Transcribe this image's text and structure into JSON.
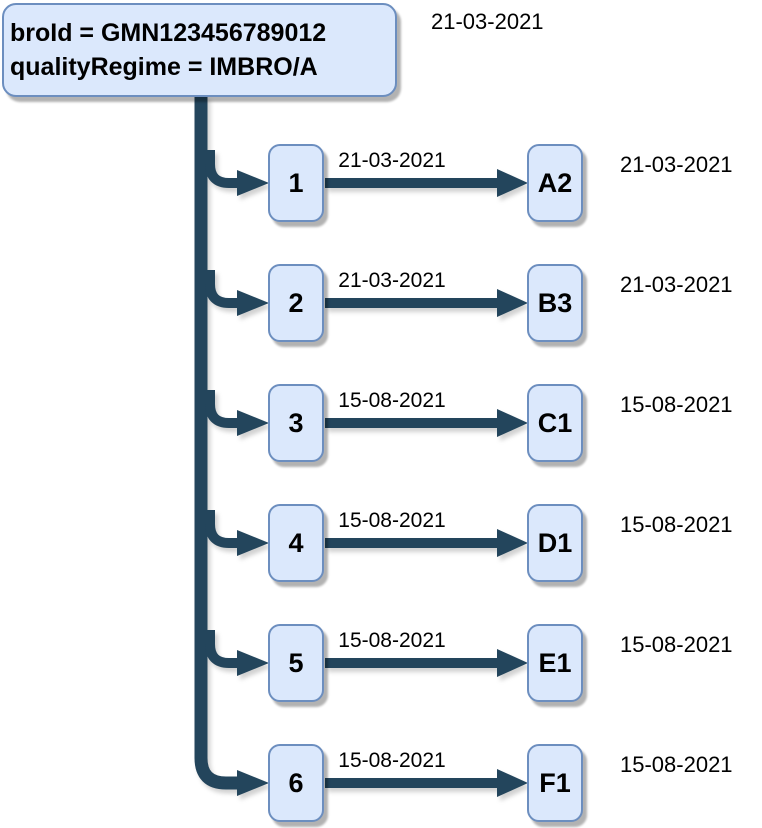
{
  "root": {
    "line1": "broId = GMN123456789012",
    "line2": "qualityRegime = IMBRO/A",
    "date": "21-03-2021"
  },
  "rows": [
    {
      "num": "1",
      "edge_date": "21-03-2021",
      "target": "A2",
      "target_date": "21-03-2021"
    },
    {
      "num": "2",
      "edge_date": "21-03-2021",
      "target": "B3",
      "target_date": "21-03-2021"
    },
    {
      "num": "3",
      "edge_date": "15-08-2021",
      "target": "C1",
      "target_date": "15-08-2021"
    },
    {
      "num": "4",
      "edge_date": "15-08-2021",
      "target": "D1",
      "target_date": "15-08-2021"
    },
    {
      "num": "5",
      "edge_date": "15-08-2021",
      "target": "E1",
      "target_date": "15-08-2021"
    },
    {
      "num": "6",
      "edge_date": "15-08-2021",
      "target": "F1",
      "target_date": "15-08-2021"
    }
  ],
  "colors": {
    "node_fill": "#dbe8fc",
    "node_border": "#6c8ebf",
    "connector": "#23455c",
    "text": "#000000"
  }
}
